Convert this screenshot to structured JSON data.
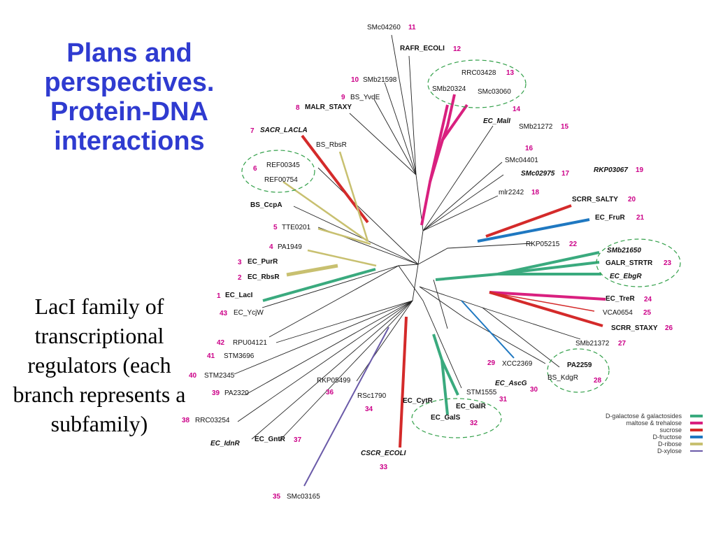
{
  "title": "Plans and perspectives. Protein-DNA interactions",
  "subtitle": "LacI family of transcriptional regulators (each branch represents a subfamily)",
  "colors": {
    "title": "#2f3bd0",
    "numbers": "#cc0088",
    "galactose": "#3aaa7e",
    "maltose": "#d9207f",
    "sucrose": "#d42a2a",
    "fructose": "#1f78c1",
    "ribose": "#c8c070",
    "xylose": "#6a5aa8"
  },
  "legend": [
    {
      "label": "D-galactose & galactosides",
      "color": "#3aaa7e"
    },
    {
      "label": "maltose & trehalose",
      "color": "#d9207f"
    },
    {
      "label": "sucrose",
      "color": "#d42a2a"
    },
    {
      "label": "D-fructose",
      "color": "#1f78c1"
    },
    {
      "label": "D-ribose",
      "color": "#c8c070"
    },
    {
      "label": "D-xylose",
      "color": "#6a5aa8"
    }
  ],
  "leaves": [
    {
      "name": "SMc04260",
      "num": "11"
    },
    {
      "name": "RAFR_ECOLI",
      "num": "12"
    },
    {
      "name": "RRC03428",
      "num": "13"
    },
    {
      "name": "SMb20324",
      "num": ""
    },
    {
      "name": "SMc03060",
      "num": "14"
    },
    {
      "name": "SMb21598",
      "num": "10"
    },
    {
      "name": "BS_YvdE",
      "num": "9"
    },
    {
      "name": "MALR_STAXY",
      "num": "8"
    },
    {
      "name": "EC_MalI",
      "num": ""
    },
    {
      "name": "SMb21272",
      "num": "15"
    },
    {
      "name": "SACR_LACLA",
      "num": "7"
    },
    {
      "name": "BS_RbsR",
      "num": ""
    },
    {
      "name": "SMc04401",
      "num": "16"
    },
    {
      "name": "SMc02975",
      "num": "17"
    },
    {
      "name": "RKP03067",
      "num": "19"
    },
    {
      "name": "REF00345",
      "num": "6"
    },
    {
      "name": "REF00754",
      "num": ""
    },
    {
      "name": "mlr2242",
      "num": "18"
    },
    {
      "name": "BS_CcpA",
      "num": ""
    },
    {
      "name": "SCRR_SALTY",
      "num": "20"
    },
    {
      "name": "TTE0201",
      "num": "5"
    },
    {
      "name": "EC_FruR",
      "num": "21"
    },
    {
      "name": "PA1949",
      "num": "4"
    },
    {
      "name": "RKP05215",
      "num": "22"
    },
    {
      "name": "SMb21650",
      "num": ""
    },
    {
      "name": "EC_PurR",
      "num": "3"
    },
    {
      "name": "GALR_STRTR",
      "num": "23"
    },
    {
      "name": "EC_RbsR",
      "num": "2"
    },
    {
      "name": "EC_EbgR",
      "num": ""
    },
    {
      "name": "EC_LacI",
      "num": "1"
    },
    {
      "name": "EC_TreR",
      "num": "24"
    },
    {
      "name": "EC_YcjW",
      "num": "43"
    },
    {
      "name": "VCA0654",
      "num": "25"
    },
    {
      "name": "SCRR_STAXY",
      "num": "26"
    },
    {
      "name": "RPU04121",
      "num": "42"
    },
    {
      "name": "SMb21372",
      "num": "27"
    },
    {
      "name": "STM3696",
      "num": "41"
    },
    {
      "name": "XCC2369",
      "num": "29"
    },
    {
      "name": "PA2259",
      "num": ""
    },
    {
      "name": "STM2345",
      "num": "40"
    },
    {
      "name": "RKP05499",
      "num": ""
    },
    {
      "name": "BS_KdgR",
      "num": "28"
    },
    {
      "name": "EC_AscG",
      "num": ""
    },
    {
      "name": "PA2320",
      "num": "39"
    },
    {
      "name": "STM1555",
      "num": "36"
    },
    {
      "name": "RSc1790",
      "num": "30"
    },
    {
      "name": "EC_CytR",
      "num": "31"
    },
    {
      "name": "EC_GalR",
      "num": "34"
    },
    {
      "name": "RRC03254",
      "num": "38"
    },
    {
      "name": "EC_GalS",
      "num": "32"
    },
    {
      "name": "EC_IdnR",
      "num": ""
    },
    {
      "name": "EC_GntR",
      "num": "37"
    },
    {
      "name": "CSCR_ECOLI",
      "num": ""
    },
    {
      "name": "",
      "num": "33"
    },
    {
      "name": "SMc03165",
      "num": "35"
    }
  ]
}
